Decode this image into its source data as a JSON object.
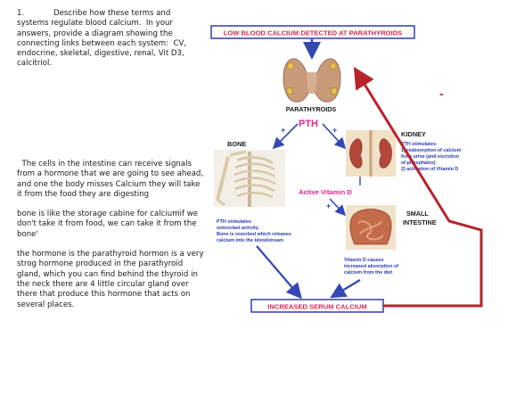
{
  "question": {
    "number": "1.",
    "text": "Describe how these terms and systems regulate blood calcium.  In your answers, provide a diagram showing the connecting links between each system:  CV, endocrine, skeletal, digestive, renal, Vit D3, calcitriol."
  },
  "notes": [
    "  The cells in the intestine can receive signals from a hormone that we are going to see ahead, and one the body misses Calcium they will take it from the food they are digesting",
    "bone is like the storage cabine for calciumif we don't take it from food, we can take it from the bone'",
    "the hormone is the parathyroid hormon is a very strog hormone produced in the parathyroid gland, which you can find behind the thyroid in the neck there are 4 little circular gland over there that produce this hormone that acts on several places."
  ],
  "diagram": {
    "top_box": "LOW BLOOD CALCIUM DETECTED AT PARATHYROIDS",
    "parathyroids": "PARATHYROIDS",
    "pth": "PTH",
    "bone": "BONE",
    "kidney": "KIDNEY",
    "kidney_text": [
      "PTH stimulates:",
      "1) reabsorption of calcium",
      "from urine (and excretion",
      "of phosphates)",
      "2) activation of Vitamin D"
    ],
    "active_vitd": "Active Vitamin D",
    "small_intestine": [
      "SMALL",
      "INTESTINE"
    ],
    "bone_text": [
      "PTH stimulates",
      "osteoclast activity.",
      "Bone is resorbed which releases",
      "calcium into the bloodstream"
    ],
    "intestine_text": [
      "Vitamin D causes",
      "increased absorption of",
      "calcium from the diet"
    ],
    "bottom_box": "INCREASED SERUM CALCIUM",
    "plus": "+",
    "minus": "-",
    "colors": {
      "box_text": "#d4284f",
      "box_border": "#2230a8",
      "arrow_blue": "#3347b5",
      "feedback_red": "#b8232b",
      "pth_magenta": "#e02490",
      "label_blue": "#2a3ab0"
    }
  }
}
